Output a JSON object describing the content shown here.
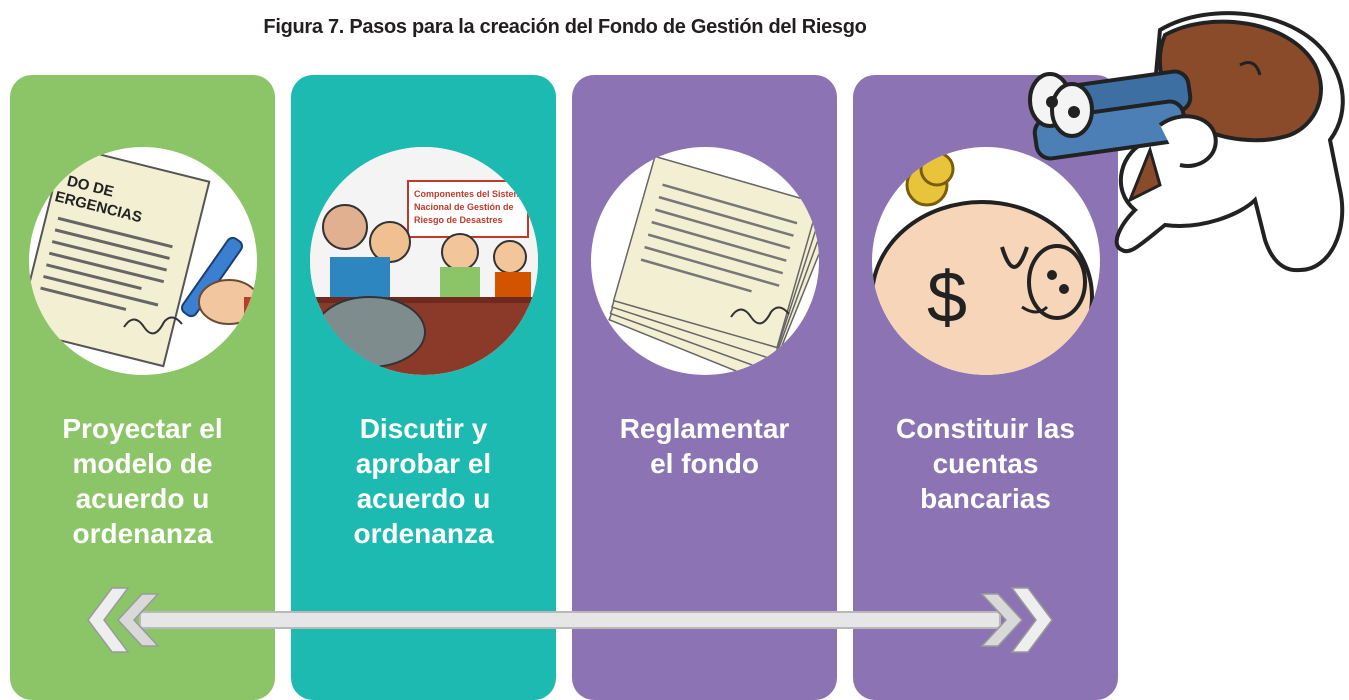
{
  "figure": {
    "title": "Figura 7. Pasos para la creación del Fondo de Gestión del Riesgo"
  },
  "steps": [
    {
      "label_lines": [
        "Proyectar el",
        "modelo de",
        "acuerdo u",
        "ordenanza"
      ],
      "color": "#8cc567",
      "icon": "document-signing-icon",
      "doc_text": [
        "DO DE",
        "ERGENCIAS"
      ]
    },
    {
      "label_lines": [
        "Discutir y",
        "aprobar el",
        "acuerdo u",
        "ordenanza"
      ],
      "color": "#1dbab2",
      "icon": "council-meeting-icon",
      "banner_text": [
        "Componentes del Sistema",
        "Nacional de Gestión de",
        "Riesgo de Desastres"
      ]
    },
    {
      "label_lines": [
        "Reglamentar",
        "el fondo"
      ],
      "color": "#8c73b3",
      "icon": "document-stack-icon"
    },
    {
      "label_lines": [
        "Constituir las",
        "cuentas",
        "bancarias"
      ],
      "color": "#8c73b3",
      "icon": "piggy-bank-icon"
    }
  ],
  "decorations": {
    "timeline_arrow": "double-chevron-arrow-icon",
    "mascot": "binoculars-mascot-icon"
  }
}
